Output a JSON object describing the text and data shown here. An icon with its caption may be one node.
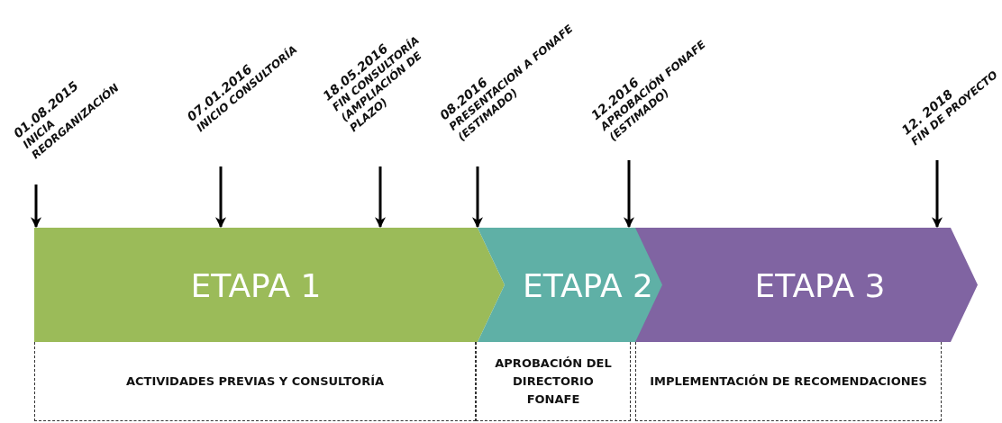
{
  "diagram": {
    "nodes": [
      {
        "text": [
          "01.08.2015",
          "INICIA REORGANIZACIÓN"
        ]
      },
      {
        "text": [
          "07.01.2016",
          "INICIO  CONSULTORÍA"
        ]
      },
      {
        "text": [
          "18.05.2016",
          "FIN CONSULTORÍA (AMPLIACIÓN DE PLAZO)"
        ]
      },
      {
        "text": [
          "08.2016",
          "PRESENTACION A FONAFE (ESTIMADO)"
        ]
      },
      {
        "text": [
          "12.2016",
          "APROBACIÓN FONAFE (ESTIMADO)"
        ]
      },
      {
        "text": [
          "12. 2018",
          "FIN DE PROYECTO"
        ]
      },
      {
        "text": [
          "ETAPA 1"
        ]
      },
      {
        "text": [
          "ETAPA 2"
        ]
      },
      {
        "text": [
          "ETAPA 3"
        ]
      },
      {
        "text": [
          "ACTIVIDADES PREVIAS Y CONSULTORÍA"
        ]
      },
      {
        "text": [
          "APROBACIÓN DEL DIRECTORIO FONAFE"
        ]
      },
      {
        "text": [
          "IMPLEMENTACIÓN DE RECOMENDACIONES"
        ]
      }
    ],
    "edges": [
      {
        "from": 0,
        "to": 6,
        "arrow": "to"
      },
      {
        "from": 1,
        "to": 6,
        "arrow": "to"
      },
      {
        "from": 2,
        "to": 6,
        "arrow": "to"
      },
      {
        "from": 3,
        "to": 6,
        "arrow": "to"
      },
      {
        "from": 4,
        "to": 7,
        "arrow": "to"
      },
      {
        "from": 5,
        "to": 8,
        "arrow": "to"
      }
    ]
  }
}
